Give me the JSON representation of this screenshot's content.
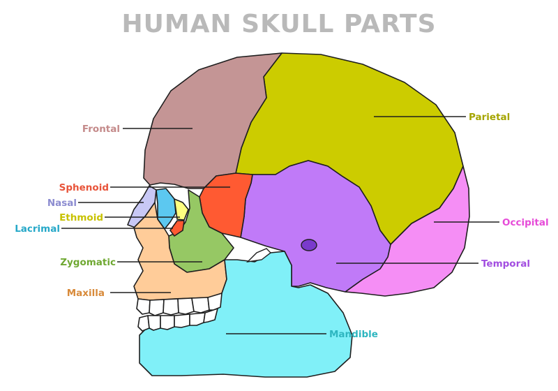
{
  "title": "HUMAN SKULL PARTS",
  "labels": {
    "frontal": {
      "text": "Frontal",
      "color": "#c48a8a"
    },
    "parietal": {
      "text": "Parietal",
      "color": "#a5a500"
    },
    "sphenoid": {
      "text": "Sphenoid",
      "color": "#e8543a"
    },
    "nasal": {
      "text": "Nasal",
      "color": "#8c8cd0"
    },
    "ethmoid": {
      "text": "Ethmoid",
      "color": "#c8c200"
    },
    "lacrimal": {
      "text": "Lacrimal",
      "color": "#26a8c8"
    },
    "occipital": {
      "text": "Occipital",
      "color": "#e64bd8"
    },
    "zygomatic": {
      "text": "Zygomatic",
      "color": "#6fa832"
    },
    "temporal": {
      "text": "Temporal",
      "color": "#a24ee0"
    },
    "maxilla": {
      "text": "Maxilla",
      "color": "#d88a3a"
    },
    "mandible": {
      "text": "Mandible",
      "color": "#2eb6c0"
    }
  },
  "bone_colors": {
    "frontal": "#c49595",
    "parietal": "#cccc00",
    "occipital": "#f58ef5",
    "temporal": "#c07af8",
    "sphenoid": "#ff5a32",
    "nasal": "#c8c8f5",
    "lacrimal": "#5cc8f0",
    "ethmoid": "#ffff80",
    "zygomatic": "#96c864",
    "maxilla": "#ffcc99",
    "mandible": "#80f0f8",
    "teeth": "#ffffff"
  }
}
